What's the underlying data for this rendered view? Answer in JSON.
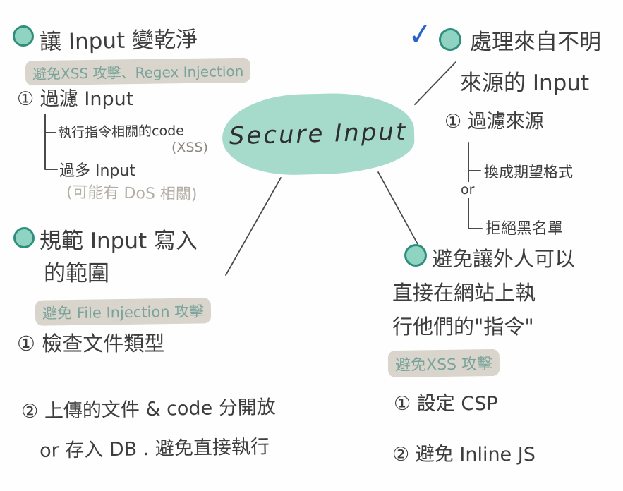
{
  "center": {
    "label": "Secure Input"
  },
  "top_left": {
    "title": "讓 Input 變乾淨",
    "highlight": "避免XSS 攻擊、Regex Injection",
    "item1": "① 過濾 Input",
    "branch1": "執行指令相關的code",
    "branch1_note": "(XSS)",
    "branch2": "過多 Input",
    "branch2_note": "(可能有 DoS 相關)"
  },
  "bottom_left": {
    "title_line1": "規範 Input 寫入",
    "title_line2": "的範圍",
    "highlight": "避免 File Injection 攻擊",
    "item1": "① 檢查文件類型",
    "item2_line1": "② 上傳的文件 & code 分開放",
    "item2_line2": "or 存入 DB . 避免直接執行"
  },
  "top_right": {
    "check_glyph": "✓",
    "title_line1": "處理來自不明",
    "title_line2": "來源的 Input",
    "item1": "① 過濾來源",
    "branch1": "換成期望格式",
    "or_label": "or",
    "branch2": "拒絕黑名單"
  },
  "bottom_right": {
    "title_line1": "避免讓外人可以",
    "title_line2": "直接在網站上執",
    "title_line3": "行他們的\"指令\"",
    "highlight": "避免XSS 攻擊",
    "item1": "① 設定 CSP",
    "item2": "② 避免 Inline JS"
  },
  "colors": {
    "blob": "#a6dbcb",
    "circle_fill": "#8fd3c3",
    "circle_stroke": "#2f8f7c",
    "highlight_bg": "#d9d4cc",
    "highlight_text": "#7aa49a",
    "check_blue": "#2a62c9",
    "ink": "#3d3d3d",
    "faint": "#b3aea6"
  }
}
